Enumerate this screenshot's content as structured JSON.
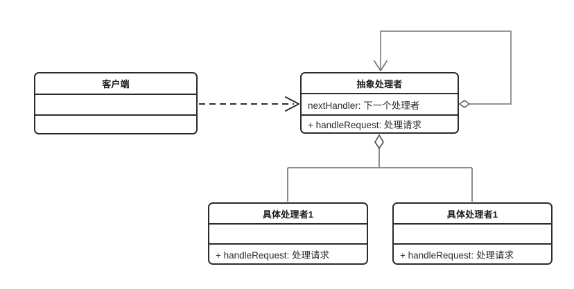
{
  "diagram": {
    "title": "Chain of Responsibility UML class diagram",
    "type": "uml-class-diagram",
    "background_color": "#ffffff",
    "border_color": "#2b2b2b",
    "edge_color": "#808080",
    "dashed_edge_color": "#2b2b2b"
  },
  "classes": {
    "client": {
      "name": "客户端",
      "attributes": "",
      "operations": ""
    },
    "abstract_handler": {
      "name": "抽象处理者",
      "attributes": "nextHandler: 下一个处理者",
      "operations": "+ handleRequest: 处理请求"
    },
    "concrete_handler_1": {
      "name": "具体处理者1",
      "attributes": "",
      "operations": "+ handleRequest: 处理请求"
    },
    "concrete_handler_2": {
      "name": "具体处理者1",
      "attributes": "",
      "operations": "+ handleRequest: 处理请求"
    }
  },
  "relationships": [
    {
      "id": "dependency",
      "kind": "dependency",
      "style": "dashed",
      "arrowhead": "open-arrow",
      "from": "client",
      "to": "abstract_handler",
      "label": ""
    },
    {
      "id": "self-aggregation",
      "kind": "aggregation",
      "style": "solid",
      "arrowhead": "open-arrow",
      "tail_marker": "hollow-diamond",
      "from": "abstract_handler",
      "to": "abstract_handler",
      "label": ""
    },
    {
      "id": "generalization-1",
      "kind": "generalization",
      "style": "solid",
      "arrowhead": "hollow-triangle",
      "from": "concrete_handler_1",
      "to": "abstract_handler",
      "label": ""
    },
    {
      "id": "generalization-2",
      "kind": "generalization",
      "style": "solid",
      "arrowhead": "hollow-triangle",
      "from": "concrete_handler_2",
      "to": "abstract_handler",
      "label": ""
    }
  ]
}
